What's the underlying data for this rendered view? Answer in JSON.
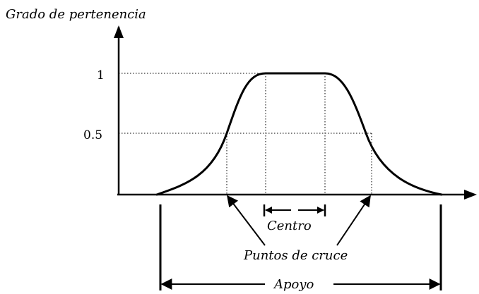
{
  "diagram": {
    "y_axis_title": "Grado de pertenencia",
    "y_tick_1": "1",
    "y_tick_half": "0.5",
    "label_center": "Centro",
    "label_crossover": "Puntos de cruce",
    "label_support": "Apoyo"
  },
  "colors": {
    "ink": "#000000",
    "background": "#ffffff"
  }
}
